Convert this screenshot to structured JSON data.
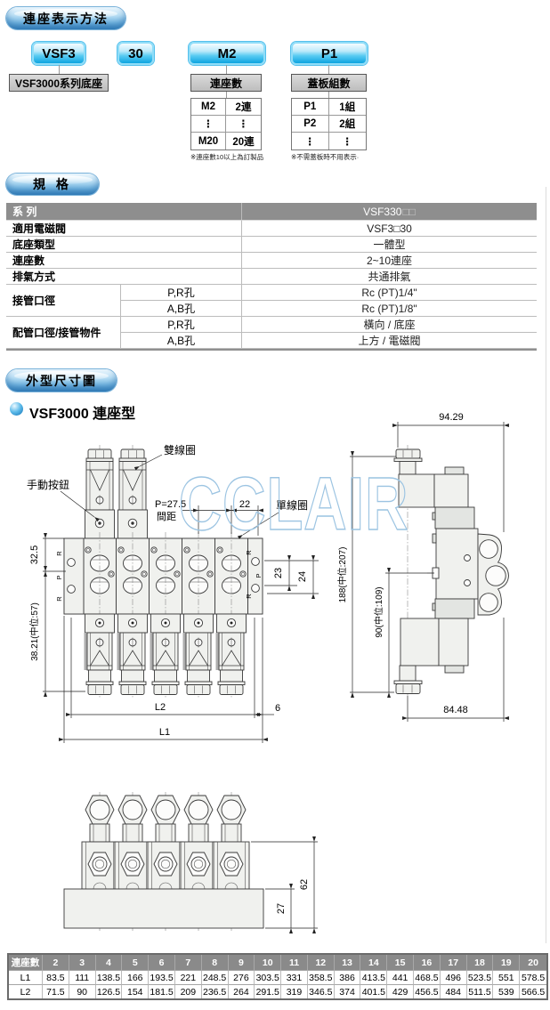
{
  "page": {
    "badge1": "連座表示方法",
    "badge2": "規 格",
    "badge3": "外型尺寸圖",
    "subtitle": "VSF3000 連座型"
  },
  "model": {
    "boxes": [
      "VSF3",
      "30",
      "M2",
      "P1"
    ],
    "base_label": "VSF3000系列底座",
    "m2_label": "連座數",
    "m2_rows": [
      [
        "M2",
        "2連"
      ],
      [
        "⋮",
        "⋮"
      ],
      [
        "M20",
        "20連"
      ]
    ],
    "m2_note": "※連座數10以上為訂製品",
    "p1_label": "蓋板組數",
    "p1_rows": [
      [
        "P1",
        "1組"
      ],
      [
        "P2",
        "2組"
      ],
      [
        "⋮",
        "⋮"
      ]
    ],
    "p1_note": "※不需蓋板時不用表示·"
  },
  "spec": {
    "rows": [
      {
        "label": "系 列",
        "value": "VSF330",
        "value_suffix": "□□",
        "dark": true
      },
      {
        "label": "適用電磁閥",
        "value": "VSF3□30"
      },
      {
        "label": "底座類型",
        "value": "一體型"
      },
      {
        "label": "連座數",
        "value": "2~10連座"
      },
      {
        "label": "排氣方式",
        "value": "共通排氣"
      },
      {
        "label": "接管口徑",
        "sub": "P,R孔",
        "value": "Rc (PT)1/4\""
      },
      {
        "sub": "A,B孔",
        "value": "Rc (PT)1/8\""
      },
      {
        "label": "配管口徑/接管物件",
        "sub": "P,R孔",
        "value": "橫向 / 底座"
      },
      {
        "sub": "A,B孔",
        "value": "上方 / 電磁閥"
      }
    ]
  },
  "drawing": {
    "watermark": "CCLAIR",
    "front": {
      "double_coil": "雙線圈",
      "manual_button": "手動按鈕",
      "single_coil": "單線圈",
      "pitch1": "P=27.5",
      "pitch2": "間距",
      "d22": "22",
      "d32": "32.5",
      "d23": "23",
      "d24": "24",
      "d38": "38.21(中位:57)",
      "L2": "L2",
      "d6": "6",
      "L1": "L1",
      "R": "R",
      "P": "P"
    },
    "side": {
      "d94": "94.29",
      "d188": "188(中位:207)",
      "d90": "90(中位:109)",
      "d84": "84.48"
    },
    "bottom": {
      "d62": "62",
      "d27": "27"
    }
  },
  "dim_table": {
    "first_header": "連座數",
    "stations": [
      "2",
      "3",
      "4",
      "5",
      "6",
      "7",
      "8",
      "9",
      "10",
      "11",
      "12",
      "13",
      "14",
      "15",
      "16",
      "17",
      "18",
      "19",
      "20"
    ],
    "rows": [
      {
        "label": "L1",
        "values": [
          "83.5",
          "111",
          "138.5",
          "166",
          "193.5",
          "221",
          "248.5",
          "276",
          "303.5",
          "331",
          "358.5",
          "386",
          "413.5",
          "441",
          "468.5",
          "496",
          "523.5",
          "551",
          "578.5"
        ]
      },
      {
        "label": "L2",
        "values": [
          "71.5",
          "90",
          "126.5",
          "154",
          "181.5",
          "209",
          "236.5",
          "264",
          "291.5",
          "319",
          "346.5",
          "374",
          "401.5",
          "429",
          "456.5",
          "484",
          "511.5",
          "539",
          "566.5"
        ]
      }
    ]
  }
}
